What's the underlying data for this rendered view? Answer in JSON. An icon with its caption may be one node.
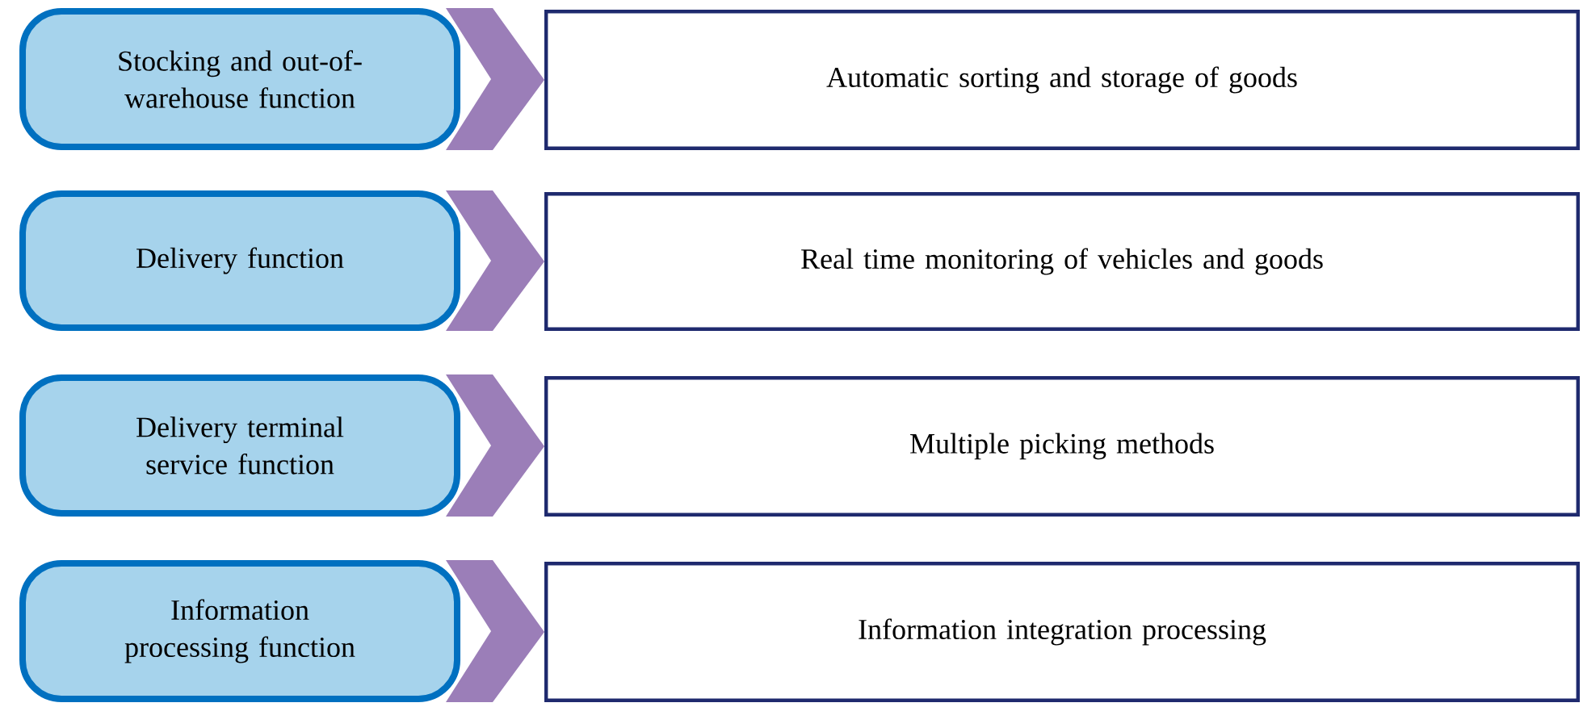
{
  "diagram": {
    "nodes": [
      {
        "text": [
          "Stocking and out-of-warehouse function"
        ]
      },
      {
        "text": [
          "Automatic sorting and storage of goods"
        ]
      },
      {
        "text": [
          "Delivery function"
        ]
      },
      {
        "text": [
          "Real time monitoring of vehicles and goods"
        ]
      },
      {
        "text": [
          "Delivery terminal service function"
        ]
      },
      {
        "text": [
          "Multiple picking methods"
        ]
      },
      {
        "text": [
          "Information processing function"
        ]
      },
      {
        "text": [
          "Information integration processing"
        ]
      }
    ],
    "edges": [
      {
        "from": 0,
        "to": 1,
        "arrow": "to"
      },
      {
        "from": 2,
        "to": 3,
        "arrow": "to"
      },
      {
        "from": 4,
        "to": 5,
        "arrow": "to"
      },
      {
        "from": 6,
        "to": 7,
        "arrow": "to"
      }
    ]
  }
}
